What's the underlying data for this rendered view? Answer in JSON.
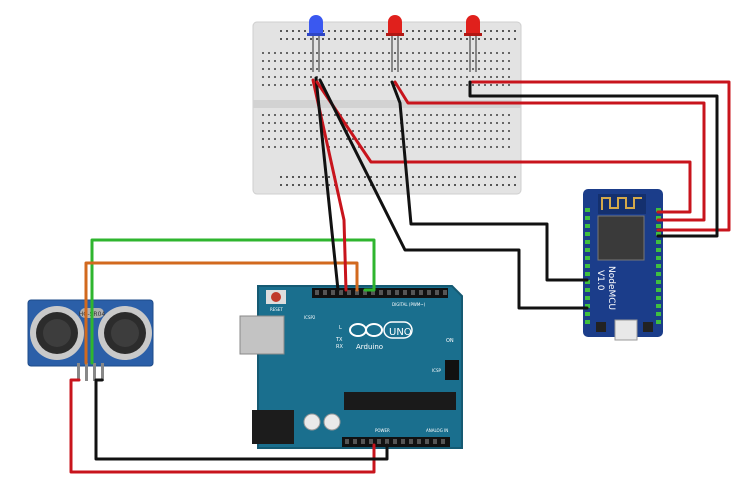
{
  "arduino": {
    "logo_text": "UNO",
    "brand": "Arduino",
    "reset_label": "RESET",
    "icsp2_label": "ICSP2",
    "icsp_label": "ICSP",
    "digital_label": "DIGITAL (PWM~)",
    "power_label": "POWER",
    "analog_label": "ANALOG IN",
    "on_label": "ON",
    "l_label": "L",
    "tx_label": "TX",
    "rx_label": "RX"
  },
  "nodemcu": {
    "name_line1": "NodeMCU",
    "name_line2": "V1.0"
  },
  "ultrasonic": {
    "label": "HC-SR04"
  },
  "colors": {
    "board_teal": "#1a6f8e",
    "nodemcu_blue": "#1b3d8a",
    "breadboard": "#e2e2e2",
    "wire_red": "#c8141c",
    "wire_black": "#111111",
    "wire_green": "#2fb52f",
    "wire_orange": "#d2691e",
    "led_red": "#e0201c",
    "led_blue": "#3355ee"
  }
}
